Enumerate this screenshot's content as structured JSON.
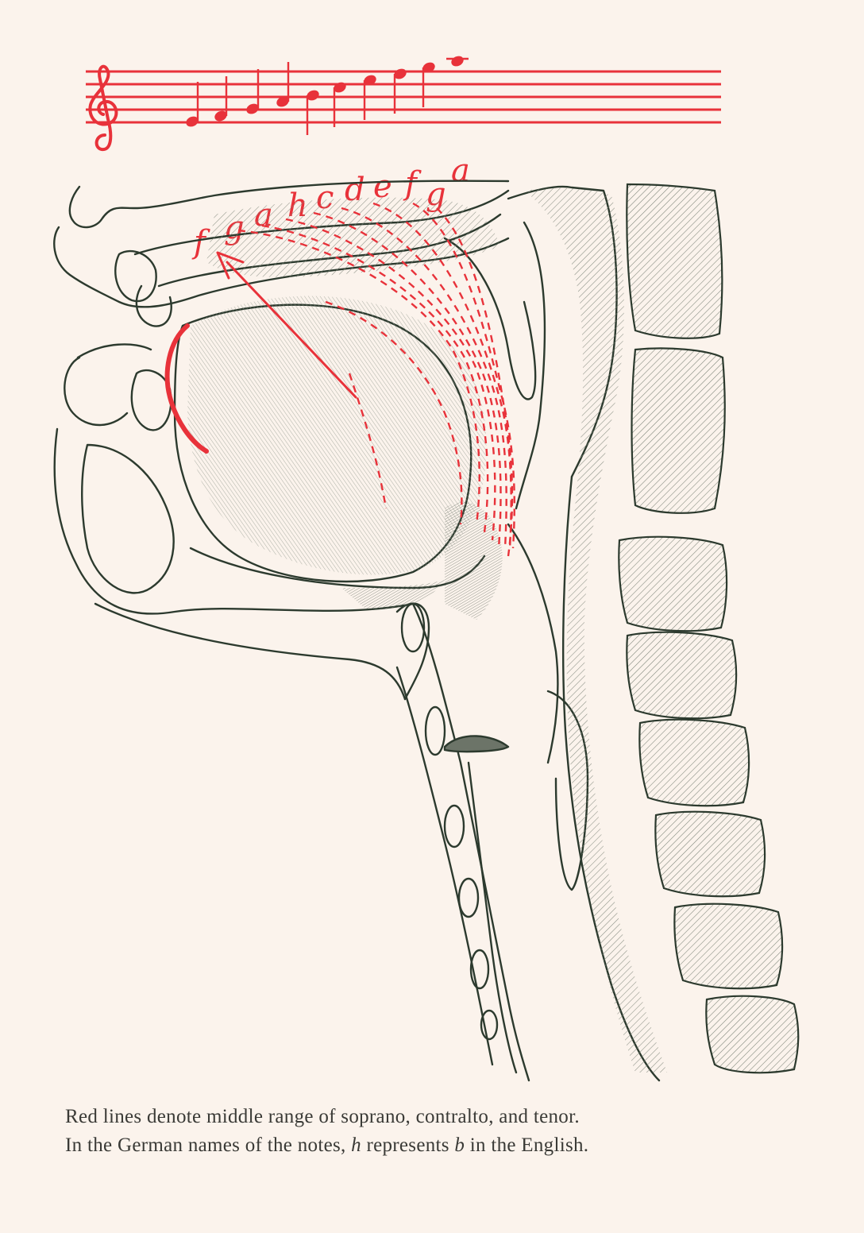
{
  "illustration": {
    "note_letters": [
      "f",
      "g",
      "a",
      "h",
      "c",
      "d",
      "e",
      "f",
      "g",
      "a"
    ],
    "colors": {
      "paper": "#fbf3ec",
      "red_ink": "#e8323a",
      "line_ink": "#2c3a2e",
      "hatch_ink": "#7c8478"
    },
    "icons": [
      "treble-clef-icon",
      "quarter-note-icon",
      "arrow-icon"
    ]
  },
  "caption": {
    "line1": "Red lines denote middle range of soprano, contralto, and tenor.",
    "line2_part1": "In the German names of the notes, ",
    "line2_h": "h",
    "line2_part2": " represents ",
    "line2_b": "b",
    "line2_part3": " in the English."
  }
}
